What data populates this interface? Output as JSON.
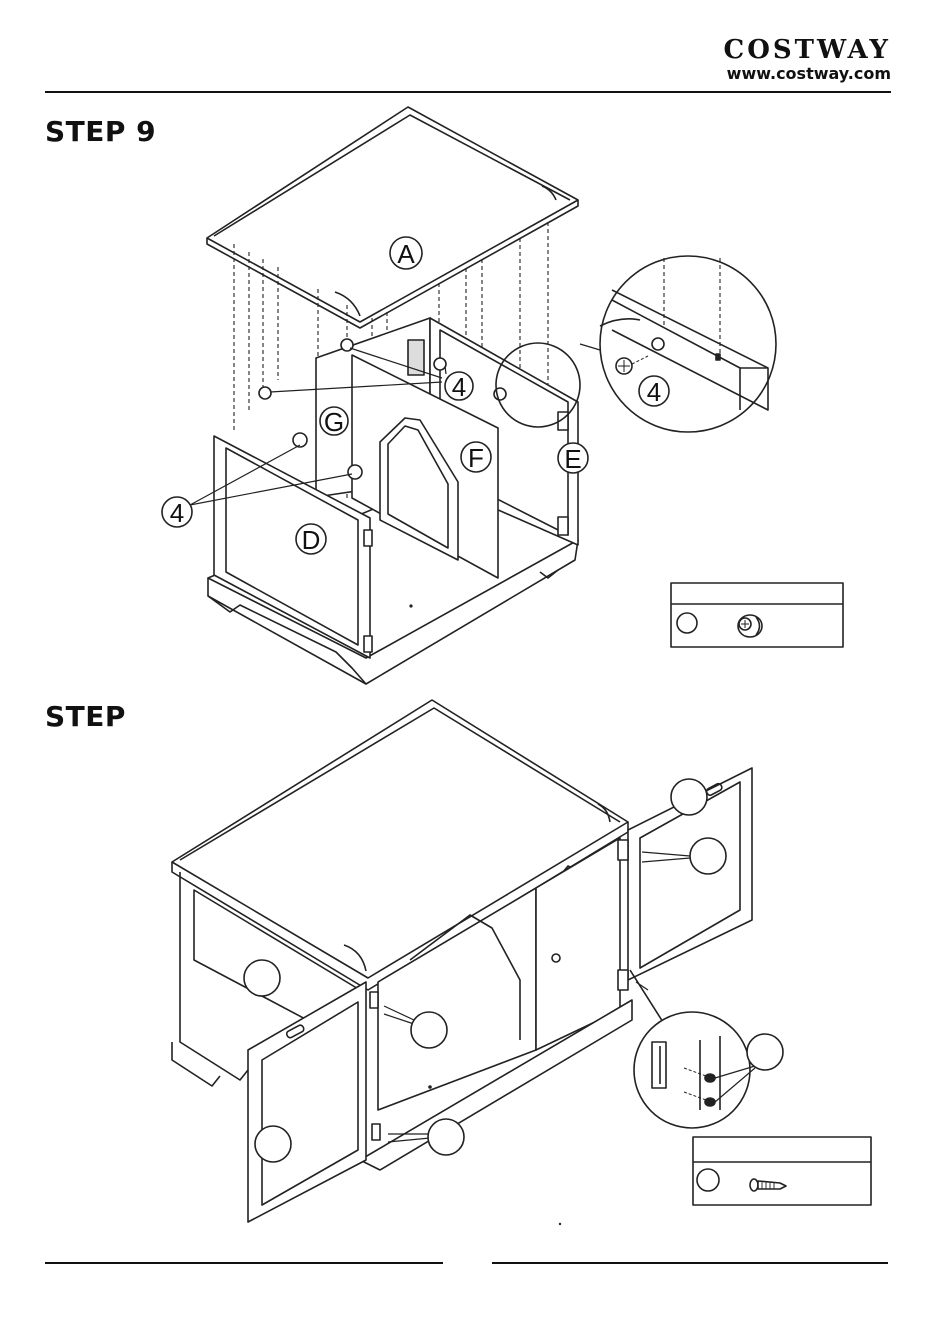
{
  "brand": {
    "name": "COSTWAY",
    "url": "www.costway.com"
  },
  "step9": {
    "title": "STEP 9",
    "labels": {
      "top": "A",
      "back": "G",
      "middle": "F",
      "right": "E",
      "front": "D"
    },
    "part_number": "4",
    "parts_box": {
      "icon": "cam-lock-icon"
    }
  },
  "step10": {
    "title": "STEP",
    "parts_box": {
      "icon": "screw-icon"
    }
  }
}
